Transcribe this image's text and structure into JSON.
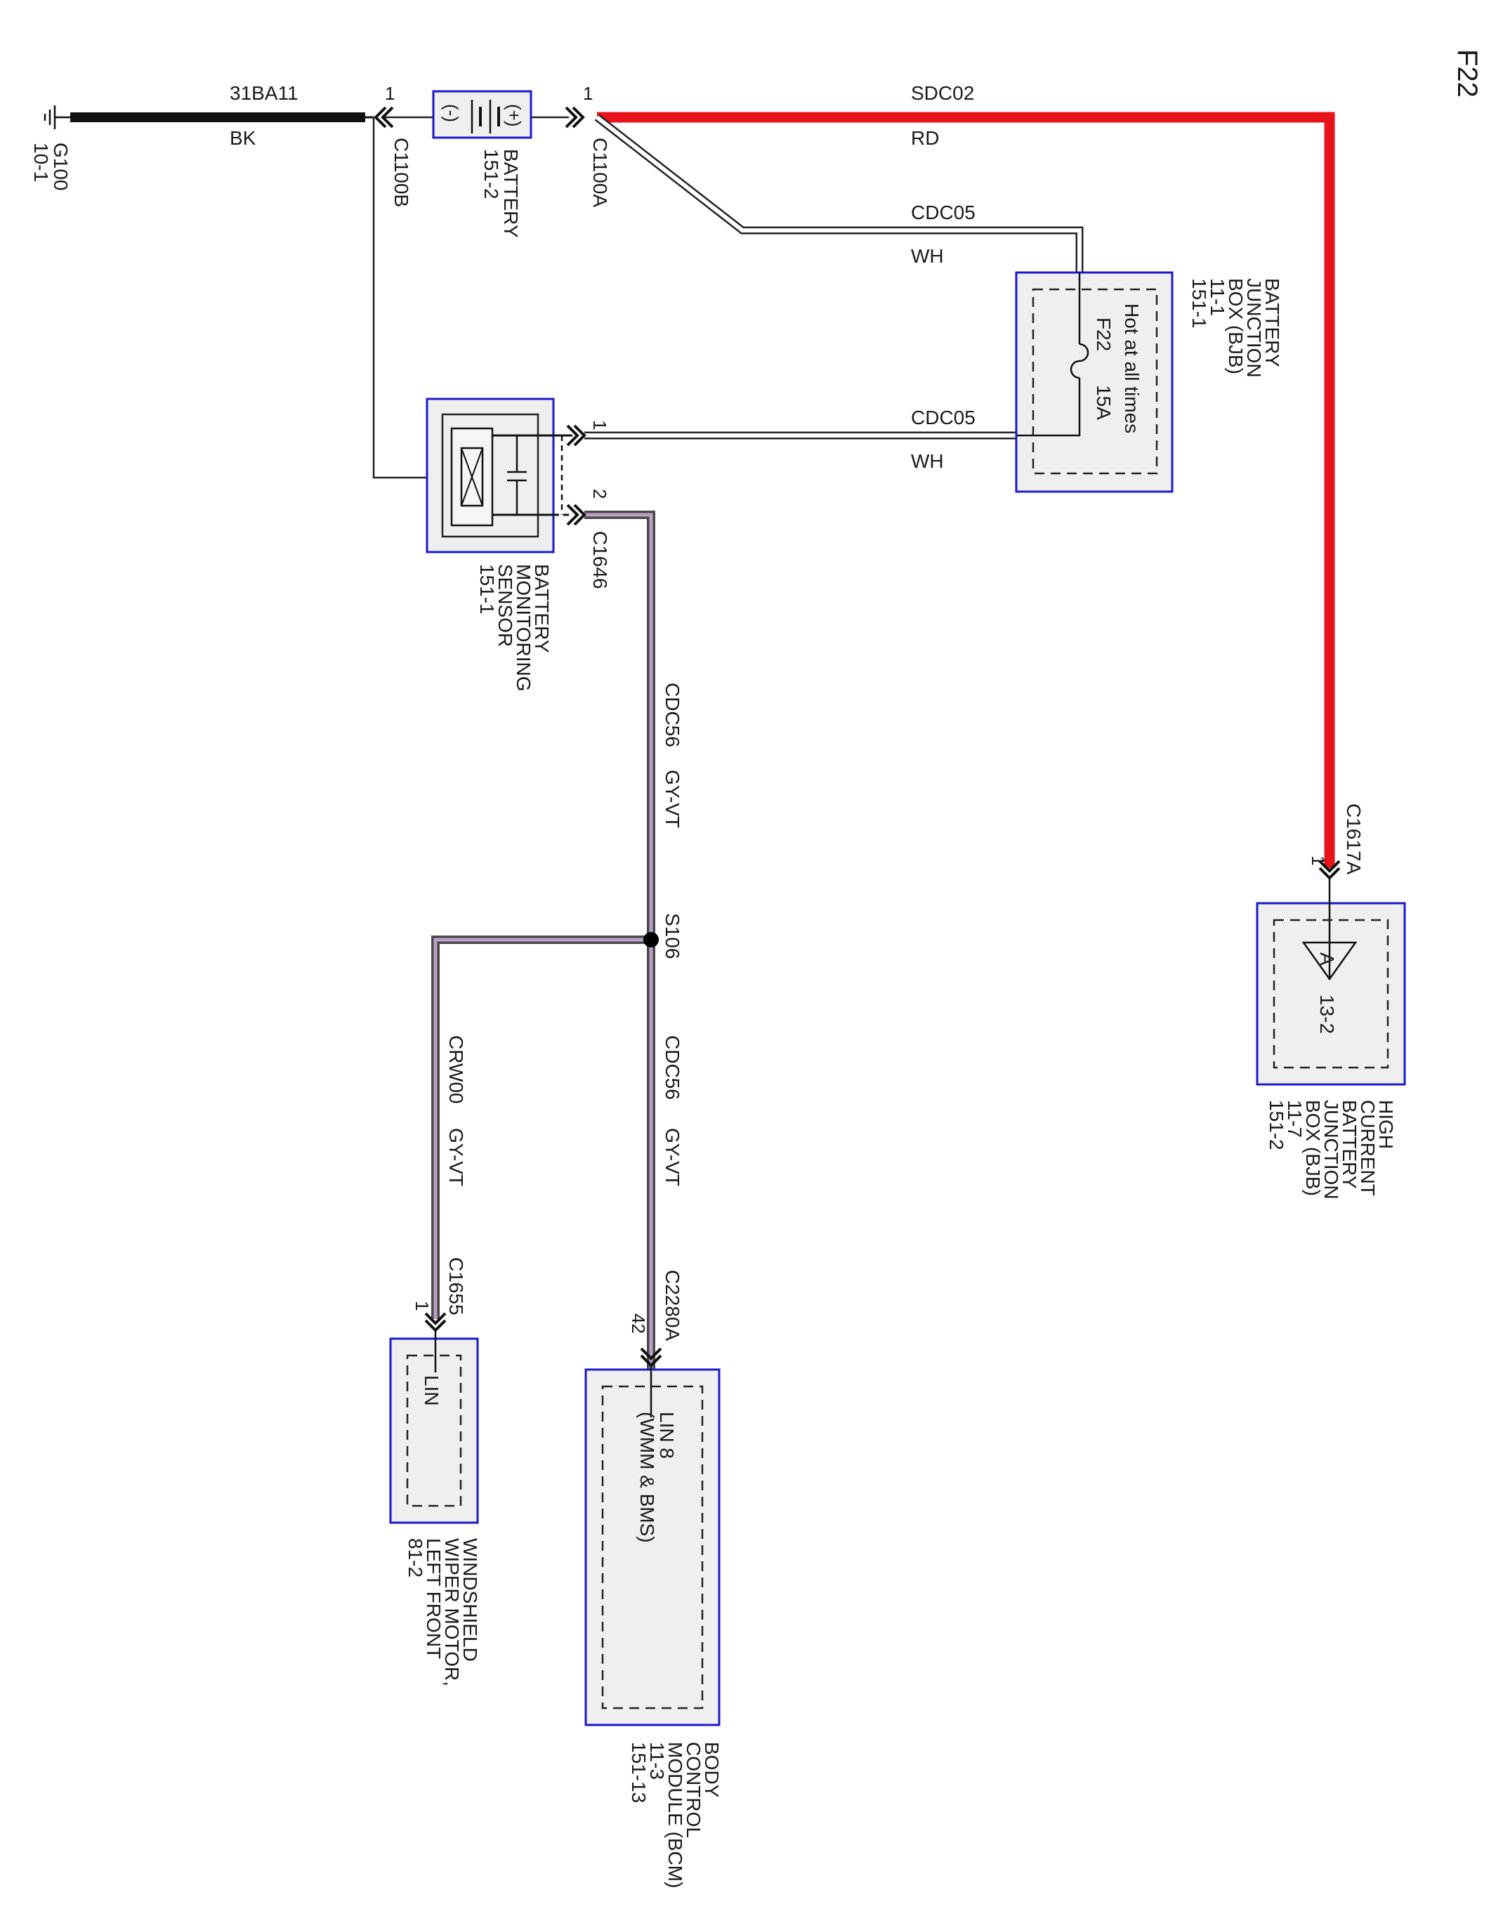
{
  "page_id": "F22",
  "ground": {
    "id": "G100",
    "ref": "10-1"
  },
  "battery": {
    "name": "BATTERY",
    "ref": "151-2",
    "neg": "(-)",
    "pos": "(+)"
  },
  "connectors": {
    "c1100b": {
      "id": "C1100B",
      "pin": "1"
    },
    "c1100a": {
      "id": "C1100A",
      "pin": "1"
    },
    "c1646": {
      "id": "C1646",
      "pin1": "1",
      "pin2": "2"
    },
    "c1617a": {
      "id": "C1617A",
      "pin": "1"
    },
    "c1655": {
      "id": "C1655",
      "pin": "1"
    },
    "c2280a": {
      "id": "C2280A",
      "pin": "42"
    }
  },
  "wires": {
    "w_31ba11": {
      "circuit": "31BA11",
      "color": "BK"
    },
    "w_sdc02": {
      "circuit": "SDC02",
      "color": "RD"
    },
    "w_cdc05_top": {
      "circuit": "CDC05",
      "color": "WH"
    },
    "w_cdc05_mid": {
      "circuit": "CDC05",
      "color": "WH"
    },
    "w_cdc56_top": {
      "circuit": "CDC56",
      "color": "GY-VT"
    },
    "w_cdc56_bot": {
      "circuit": "CDC56",
      "color": "GY-VT"
    },
    "w_crw00": {
      "circuit": "CRW00",
      "color": "GY-VT"
    }
  },
  "splice": {
    "id": "S106"
  },
  "bjb": {
    "lines": [
      "BATTERY",
      "JUNCTION",
      "BOX (BJB)",
      "11-1",
      "151-1"
    ],
    "note": "Hot at all times",
    "fuse": "F22",
    "rating": "15A"
  },
  "bms": {
    "lines": [
      "BATTERY",
      "MONITORING",
      "SENSOR",
      "151-1"
    ]
  },
  "hcbjb": {
    "lines": [
      "HIGH",
      "CURRENT",
      "BATTERY",
      "JUNCTION",
      "BOX (BJB)",
      "11-7",
      "151-2"
    ],
    "terminal": "A",
    "ref": "13-2"
  },
  "bcm": {
    "lines": [
      "BODY",
      "CONTROL",
      "MODULE (BCM)",
      "11-3",
      "151-13"
    ],
    "pin_function": "LIN 8",
    "pin_note": "(WMM & BMS)"
  },
  "wiper": {
    "lines": [
      "WINDSHIELD",
      "WIPER MOTOR,",
      "LEFT FRONT",
      "81-2"
    ],
    "pin_function": "LIN"
  },
  "colors": {
    "wire_bk": "#111111",
    "wire_rd": "#e8131b",
    "wire_gy_vt_outer": "#4a4a4a",
    "wire_gy_vt_inner": "#b9a0c4",
    "box_border": "#1a1acc",
    "box_fill": "#efefef"
  }
}
